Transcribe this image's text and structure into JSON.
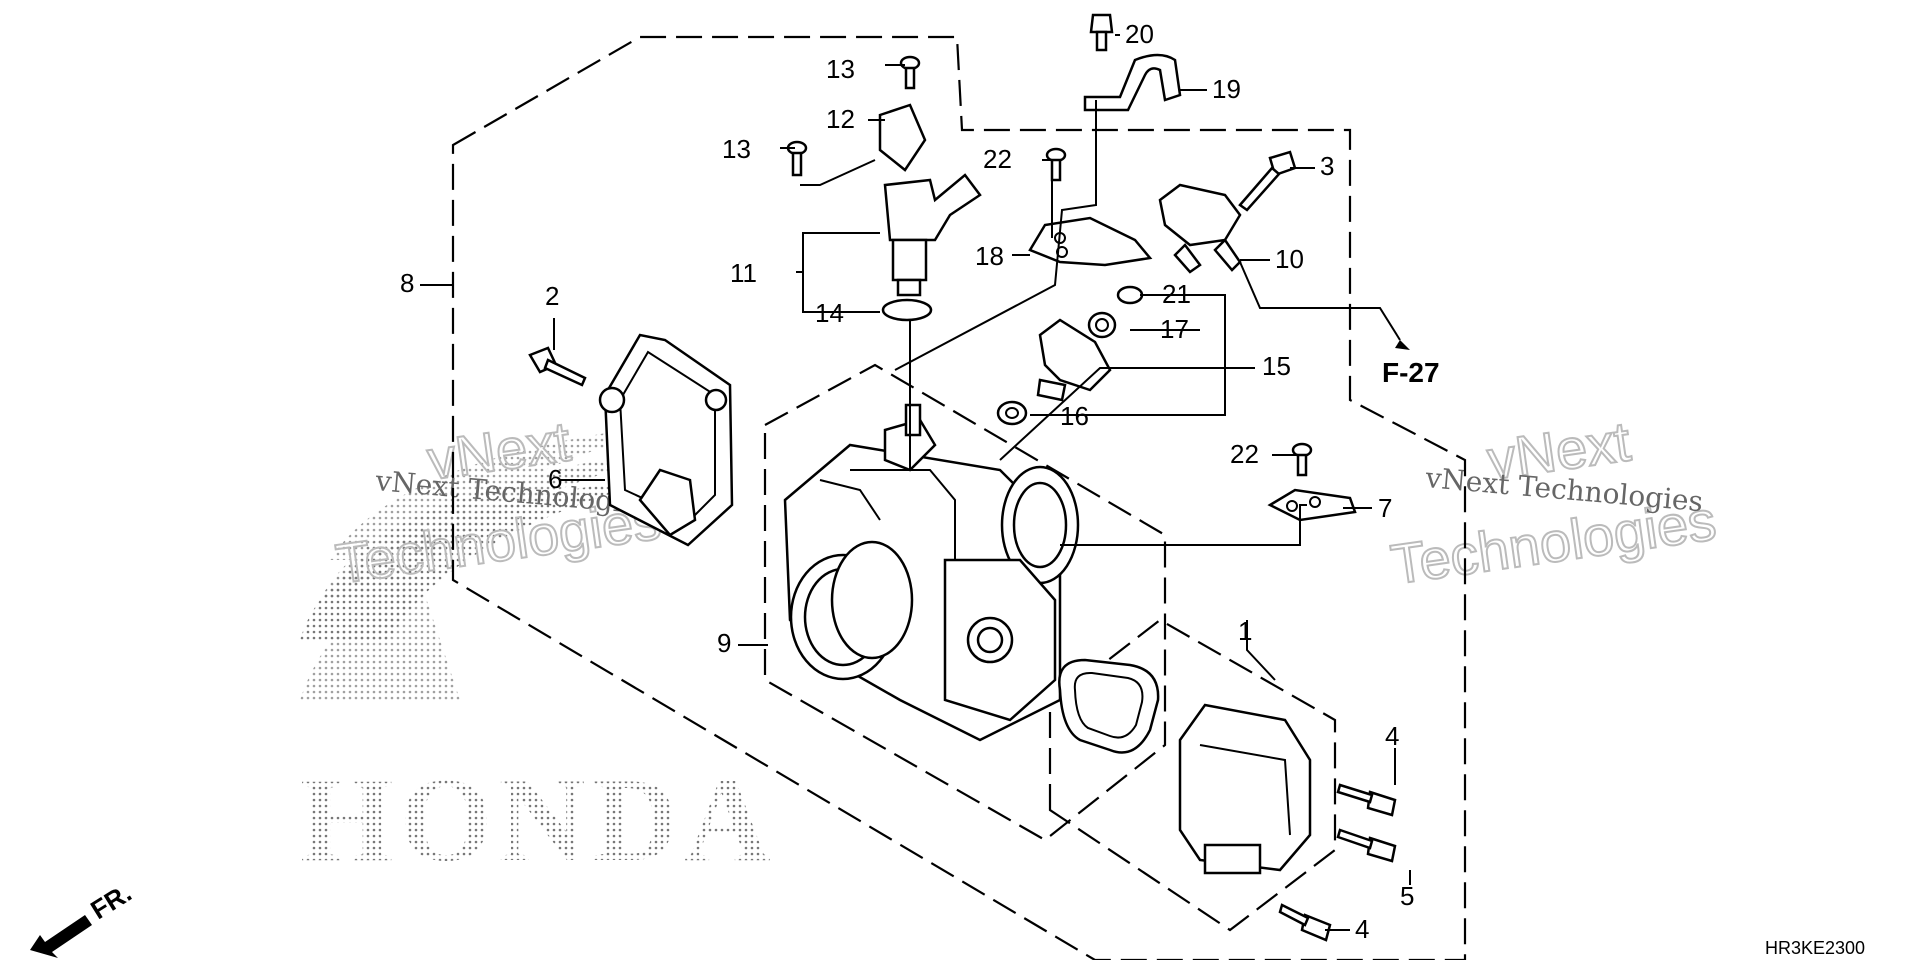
{
  "callouts": {
    "c1": "1",
    "c2": "2",
    "c3": "3",
    "c4a": "4",
    "c4b": "4",
    "c5": "5",
    "c6": "6",
    "c7": "7",
    "c8": "8",
    "c9": "9",
    "c10": "10",
    "c11": "11",
    "c12": "12",
    "c13a": "13",
    "c13b": "13",
    "c14": "14",
    "c15": "15",
    "c16": "16",
    "c17": "17",
    "c18": "18",
    "c19": "19",
    "c20": "20",
    "c21": "21",
    "c22a": "22",
    "c22b": "22"
  },
  "reference": "F-27",
  "direction_label": "FR.",
  "diagram_code": "HR3KE2300",
  "brand": "HONDA",
  "watermarks": {
    "left_small": "vNext Technologies",
    "left_big_1": "vNext",
    "left_big_2": "Technologies",
    "right_small": "vNext Technologies",
    "right_big_1": "vNext",
    "right_big_2": "Technologies"
  }
}
